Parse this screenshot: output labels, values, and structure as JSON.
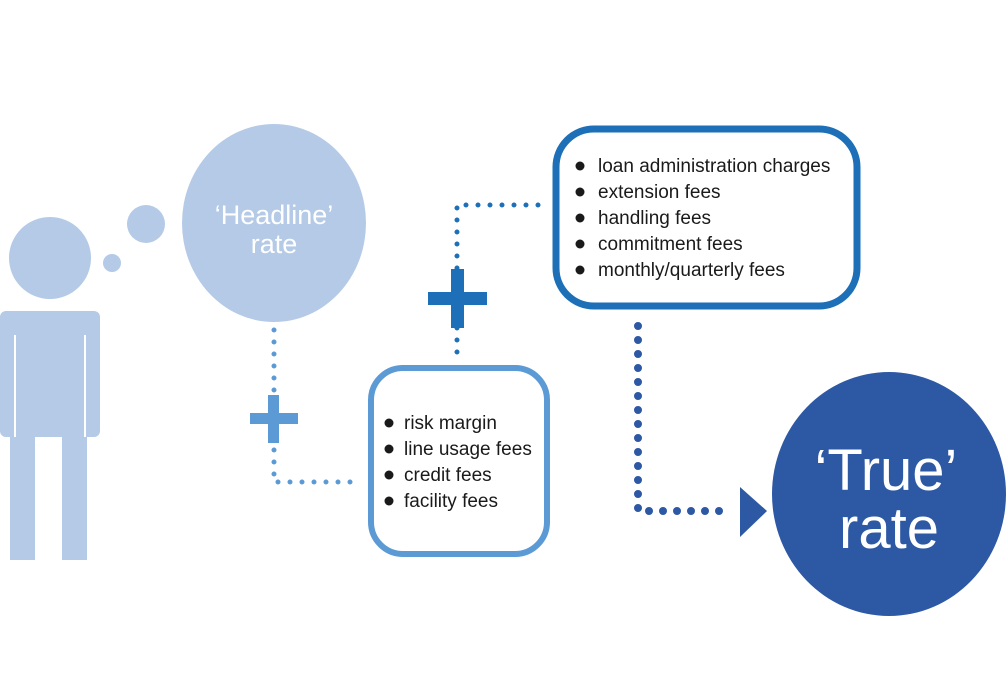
{
  "headline_bubble": {
    "line1": "‘Headline’",
    "line2": "rate"
  },
  "true_bubble": {
    "line1": "‘True’",
    "line2": "rate"
  },
  "box_small": {
    "items": [
      "risk margin",
      "line usage fees",
      "credit fees",
      "facility fees"
    ]
  },
  "box_large": {
    "items": [
      "loan administration charges",
      "extension fees",
      "handling fees",
      "commitment fees",
      "monthly/quarterly fees"
    ]
  },
  "colors": {
    "light_blue": "#b4cae6",
    "mid_blue": "#5b9ad4",
    "blue": "#1d6fb8",
    "dark_blue": "#2d58a4",
    "text": "#1a1a1a"
  }
}
